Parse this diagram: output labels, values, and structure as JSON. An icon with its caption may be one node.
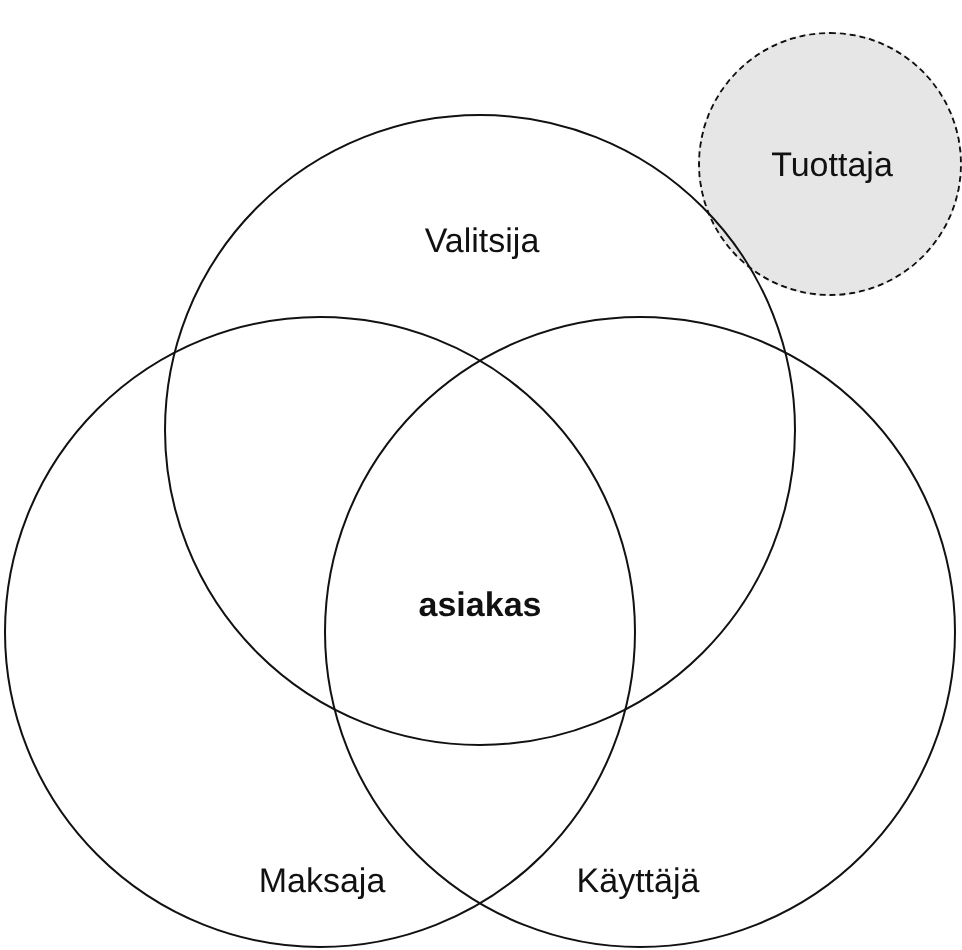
{
  "diagram": {
    "nodes": [
      {
        "text": [
          "Tuottaja"
        ]
      },
      {
        "text": [
          "Valitsija"
        ]
      },
      {
        "text": [
          "Maksaja"
        ]
      },
      {
        "text": [
          "Käyttäjä"
        ]
      }
    ],
    "labels": [
      "asiakas"
    ]
  }
}
